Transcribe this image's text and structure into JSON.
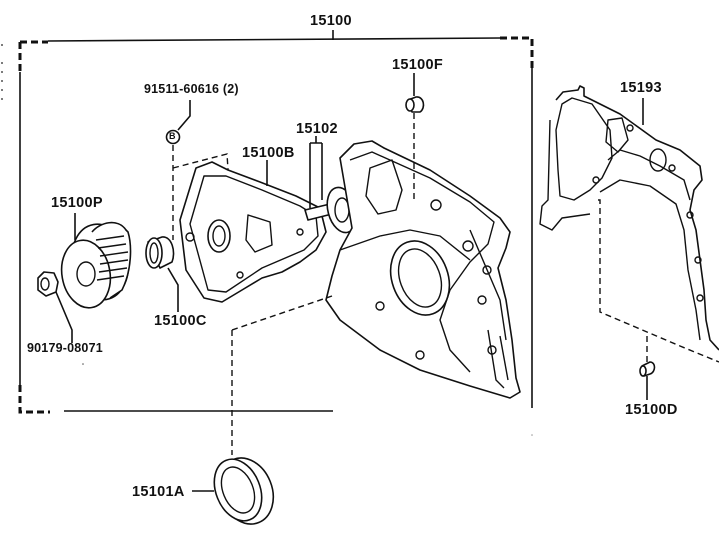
{
  "diagram": {
    "title": "Oil pump assembly exploded view",
    "labels": {
      "assembly": "15100",
      "bolt": "91511-60616 (2)",
      "bolt_marker": "B",
      "shaft": "15102",
      "gasket_pump": "15100B",
      "plug_top": "15100F",
      "cover_gasket": "15193",
      "pulley": "15100P",
      "seal_small": "15100C",
      "nut": "90179-08071",
      "oil_seal": "15101A",
      "pin": "15100D"
    }
  }
}
